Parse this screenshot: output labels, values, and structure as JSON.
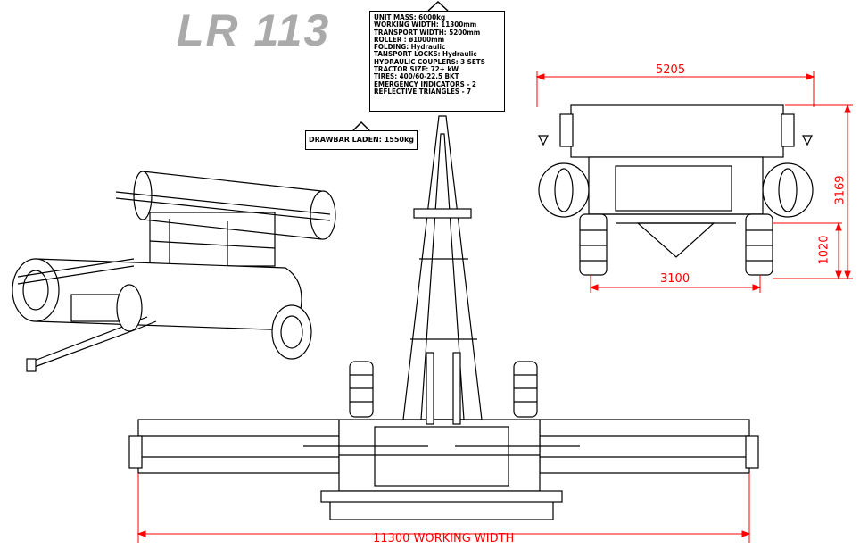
{
  "title": "LR 113",
  "specs": [
    "UNIT MASS: 6000kg",
    "WORKING WIDTH: 11300mm",
    "TRANSPORT WIDTH: 5200mm",
    "ROLLER : ø1000mm",
    "FOLDING: Hydraulic",
    "TANSPORT LOCKS: Hydraulic",
    "HYDRAULIC COUPLERS: 3 SETS",
    "TRACTOR SIZE: 72+ kW",
    "TIRES: 400/60-22.5 BKT",
    "EMERGENCY INDICATORS - 2",
    "REFLECTIVE TRIANGLES - 7"
  ],
  "drawbar_label": "DRAWBAR LADEN: 1550kg",
  "dimensions": {
    "transport_width": "5205",
    "overall_height": "3169",
    "wheel_track": "3100",
    "frame_height": "1020",
    "working_width": "11300 WORKING WIDTH"
  },
  "colors": {
    "dimension": "#ff0000",
    "title": "#aaaaaa",
    "linework": "#000000"
  }
}
